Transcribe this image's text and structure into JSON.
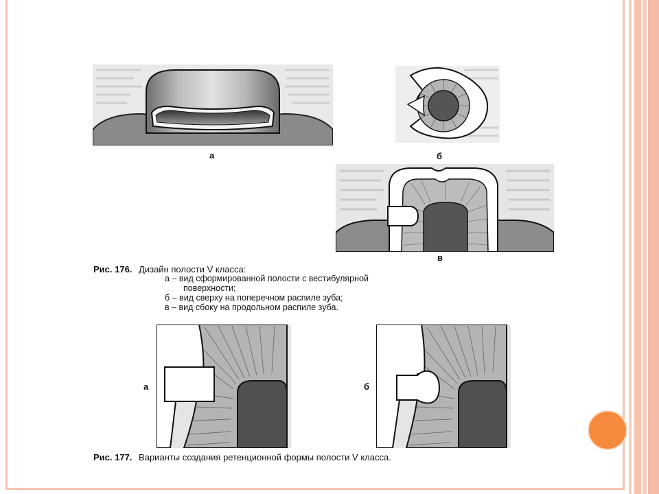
{
  "figure176": {
    "label_a": "а",
    "label_b": "б",
    "label_v": "в",
    "caption_number": "Рис. 176.",
    "caption_title": "Дизайн полости V класса:",
    "caption_lines": [
      "а – вид сформированной полости с вестибулярной",
      "поверхности;",
      "б – вид сверху на поперечном распиле зуба;",
      "в – вид сбоку на продольном распиле зуба."
    ]
  },
  "figure177": {
    "label_a": "а",
    "label_b": "б",
    "caption_number": "Рис. 177.",
    "caption_text": "Варианты создания ретенционной формы полости V класса."
  },
  "colors": {
    "accent_dot": "#f58a3c",
    "frame": "#f4c5b2"
  }
}
